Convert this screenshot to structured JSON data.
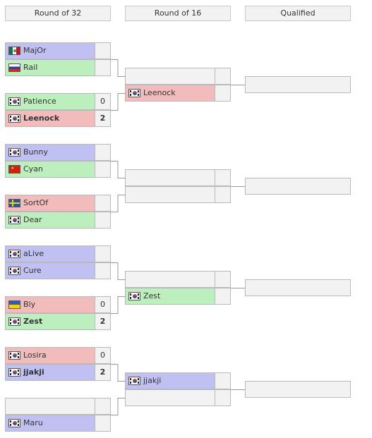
{
  "headers": {
    "round32": "Round of 32",
    "round16": "Round of 16",
    "qualified": "Qualified"
  },
  "round32": [
    {
      "name": "MajOr",
      "flag": "mx",
      "result": "neutral",
      "score": "",
      "bold": false
    },
    {
      "name": "Rail",
      "flag": "ru",
      "result": "winner",
      "score": "",
      "bold": false
    },
    {
      "name": "Patience",
      "flag": "kr",
      "result": "winner",
      "score": "0",
      "bold": false
    },
    {
      "name": "Leenock",
      "flag": "kr",
      "result": "loser",
      "score": "2",
      "bold": true
    },
    {
      "name": "Bunny",
      "flag": "kr",
      "result": "neutral",
      "score": "",
      "bold": false
    },
    {
      "name": "Cyan",
      "flag": "cn",
      "result": "winner",
      "score": "",
      "bold": false
    },
    {
      "name": "SortOf",
      "flag": "se",
      "result": "loser",
      "score": "",
      "bold": false
    },
    {
      "name": "Dear",
      "flag": "kr",
      "result": "winner",
      "score": "",
      "bold": false
    },
    {
      "name": "aLive",
      "flag": "kr",
      "result": "neutral",
      "score": "",
      "bold": false
    },
    {
      "name": "Cure",
      "flag": "kr",
      "result": "neutral",
      "score": "",
      "bold": false
    },
    {
      "name": "Bly",
      "flag": "ua",
      "result": "loser",
      "score": "0",
      "bold": false
    },
    {
      "name": "Zest",
      "flag": "kr",
      "result": "winner",
      "score": "2",
      "bold": true
    },
    {
      "name": "Losira",
      "flag": "kr",
      "result": "loser",
      "score": "0",
      "bold": false
    },
    {
      "name": "jjakji",
      "flag": "kr",
      "result": "neutral",
      "score": "2",
      "bold": true
    },
    {
      "name": "",
      "flag": "",
      "result": "empty",
      "score": "",
      "bold": false
    },
    {
      "name": "Maru",
      "flag": "kr",
      "result": "neutral",
      "score": "",
      "bold": false
    }
  ],
  "round16": [
    {
      "name": "",
      "flag": "",
      "result": "empty",
      "score": ""
    },
    {
      "name": "Leenock",
      "flag": "kr",
      "result": "loser",
      "score": ""
    },
    {
      "name": "",
      "flag": "",
      "result": "empty",
      "score": ""
    },
    {
      "name": "",
      "flag": "",
      "result": "empty",
      "score": ""
    },
    {
      "name": "",
      "flag": "",
      "result": "empty",
      "score": ""
    },
    {
      "name": "Zest",
      "flag": "kr",
      "result": "winner",
      "score": ""
    },
    {
      "name": "jjakji",
      "flag": "kr",
      "result": "neutral",
      "score": ""
    },
    {
      "name": "",
      "flag": "",
      "result": "empty",
      "score": ""
    }
  ],
  "qualified": [
    {
      "name": ""
    },
    {
      "name": ""
    },
    {
      "name": ""
    },
    {
      "name": ""
    }
  ],
  "colors": {
    "neutral": "#c0c0f2",
    "winner": "#bdeebd",
    "loser": "#f2bcbc",
    "empty": "#f2f2f2",
    "connector": "#999999"
  }
}
